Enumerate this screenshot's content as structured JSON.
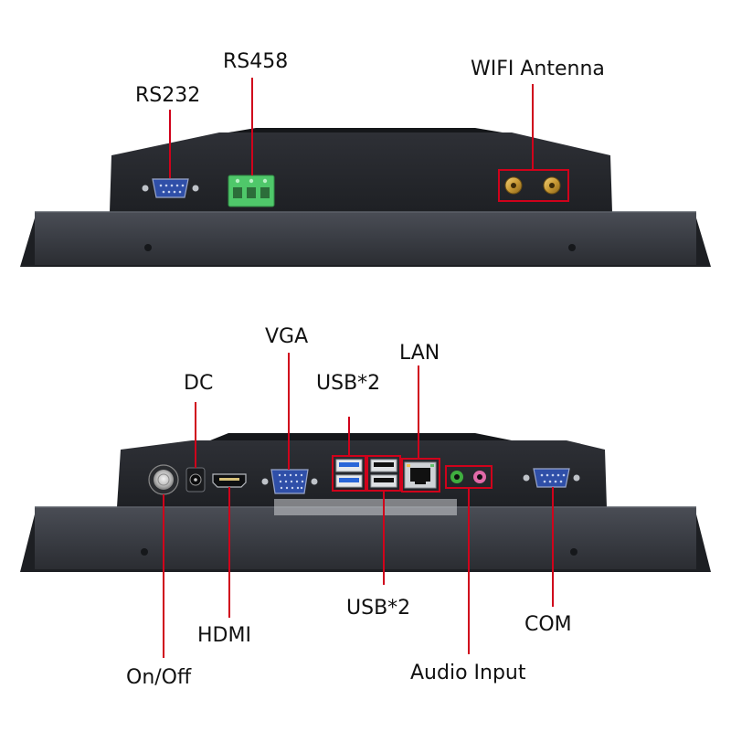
{
  "top_panel": {
    "labels": {
      "rs232": "RS232",
      "rs458": "RS458",
      "wifi": "WIFI Antenna"
    }
  },
  "bottom_panel": {
    "labels": {
      "vga": "VGA",
      "dc": "DC",
      "usb_top": "USB*2",
      "lan": "LAN",
      "usb_bottom": "USB*2",
      "hdmi": "HDMI",
      "com": "COM",
      "on_off": "On/Off",
      "audio": "Audio Input"
    }
  },
  "colors": {
    "callout": "#d0021b",
    "chassis": "#3a3d44",
    "chassis_dark": "#24262b",
    "port_blue": "#2f4fa8",
    "terminal_green": "#4fc86a",
    "audio_green": "#3fae3f",
    "audio_pink": "#e06aa8",
    "usb_blue": "#2a66d8"
  }
}
